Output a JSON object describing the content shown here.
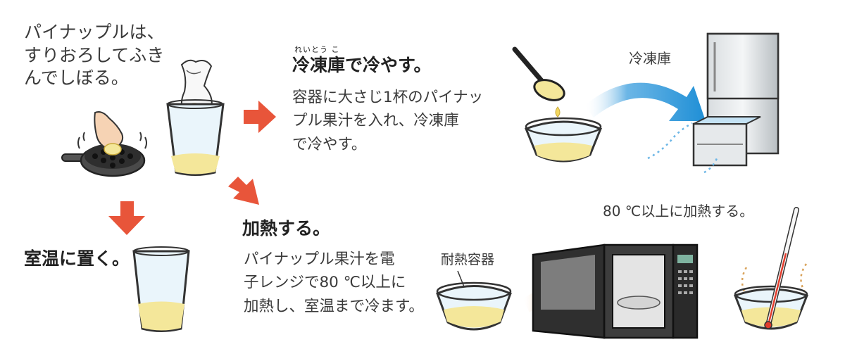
{
  "intro": {
    "text": "パイナップルは、\nすりおろしてふき\nんでしぼる。"
  },
  "freeze": {
    "ruby": "れいとう こ",
    "heading": "冷凍庫で冷やす。",
    "description": "容器に大さじ1杯のパイナッ\nプル果汁を入れ、冷凍庫\nで冷やす。",
    "freezer_label": "冷凍庫"
  },
  "heat": {
    "heading": "加熱する。",
    "description": "パイナップル果汁を電\n子レンジで80 ℃以上に\n加熱し、室温まで冷ます。",
    "container_label": "耐熱容器",
    "temp_label": "80 ℃以上に加熱する。"
  },
  "room_temp": {
    "heading": "室温に置く。"
  },
  "colors": {
    "arrow_red": "#e8553a",
    "arrow_blue": "#1f8fd6",
    "arrow_orange": "#f07e2a",
    "juice": "#f4e79a",
    "glass_outline": "#333333",
    "glass_fill": "#eaf5fb"
  },
  "icons": [
    "grater-icon",
    "hand-icon",
    "cloth-bag-icon",
    "glass-icon",
    "ladle-icon",
    "bowl-icon",
    "freezer-icon",
    "microwave-icon",
    "thermometer-icon"
  ]
}
